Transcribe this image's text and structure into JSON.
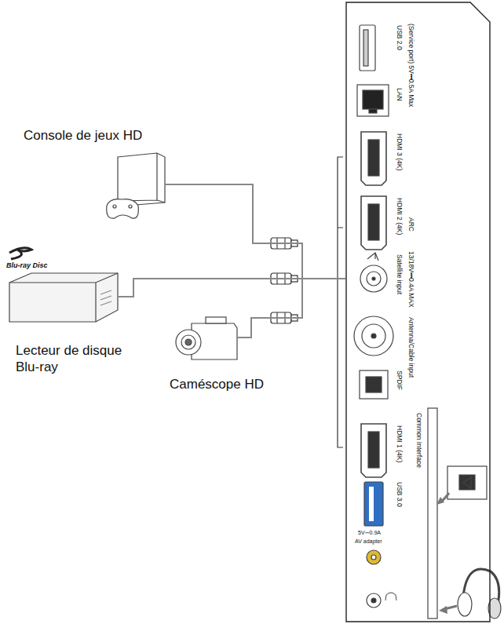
{
  "diagram": {
    "nodes": [
      {
        "text": [
          "Console de jeux HD"
        ]
      },
      {
        "text": [
          "Lecteur de disque Blu-ray"
        ]
      },
      {
        "text": [
          "Caméscope HD"
        ]
      },
      {
        "text": [
          "USB 2.0",
          "(Service port) 5V⎓0.5A Max",
          "LAN",
          "HDMI 3 (4K)",
          "HDMI 2 (4K)",
          "ARC",
          "13/18V⎓0.4A MAX",
          "Satellite input",
          "Antenna/Cable input",
          "SPDIF",
          "Common Interface",
          "HDMI 1 (4K)",
          "USB 3.0",
          "5V⎓0.9A",
          "AV adapter"
        ]
      }
    ],
    "edges": [
      {
        "from": 0,
        "to": 3,
        "arrow": "none"
      },
      {
        "from": 1,
        "to": 3,
        "arrow": "none"
      },
      {
        "from": 2,
        "to": 3,
        "arrow": "none"
      }
    ],
    "labels": [
      "Blu-ray Disc"
    ]
  }
}
